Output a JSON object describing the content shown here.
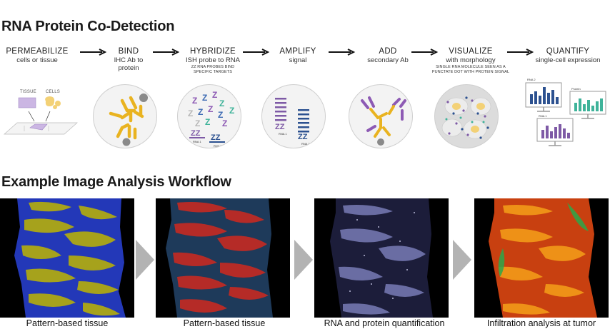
{
  "section1": {
    "title": "RNA Protein Co-Detection"
  },
  "steps": [
    {
      "title": "PERMEABILIZE",
      "subtitle": "cells or tissue",
      "small": ""
    },
    {
      "title": "BIND",
      "subtitle": "IHC Ab to\nprotein",
      "small": ""
    },
    {
      "title": "HYBRIDIZE",
      "subtitle": "ISH probe to  RNA",
      "small": "ZZ RNA PROBES BIND\nSPECIFIC TARGETS"
    },
    {
      "title": "AMPLIFY",
      "subtitle": "signal",
      "small": ""
    },
    {
      "title": "ADD",
      "subtitle": "secondary Ab",
      "small": ""
    },
    {
      "title": "VISUALIZE",
      "subtitle": "with morphology",
      "small": "SINGLE RNA MOLECULE SEEN AS A\nPUNCTATE DOT WITH PROTEIN SIGNAL"
    },
    {
      "title": "QUANTIFY",
      "subtitle": "single-cell expression",
      "small": ""
    }
  ],
  "permeabilize_labels": {
    "tissue": "TISSUE",
    "cells": "CELLS"
  },
  "hybridize_labels": {
    "rna1": "RNA 1",
    "rna2": "RNA 2"
  },
  "amplify_labels": {
    "rna1": "RNA 1",
    "rna2": "RNA 2"
  },
  "quantify_labels": {
    "rna2": "RNA 2",
    "protein": "Protein",
    "rna1": "RNA 1"
  },
  "colors": {
    "antibody": "#e9b320",
    "secondary": "#8d5ab4",
    "rna1": "#7e5aa6",
    "rna2": "#2c5190",
    "teal": "#3fb39a",
    "panel_arrow": "#b3b3b3"
  },
  "section2": {
    "title": "Example Image Analysis Workflow"
  },
  "workflow": [
    {
      "caption": "Pattern-based tissue"
    },
    {
      "caption": "Pattern-based tissue"
    },
    {
      "caption": "RNA and protein quantification"
    },
    {
      "caption": "Infiltration analysis at tumor"
    }
  ]
}
